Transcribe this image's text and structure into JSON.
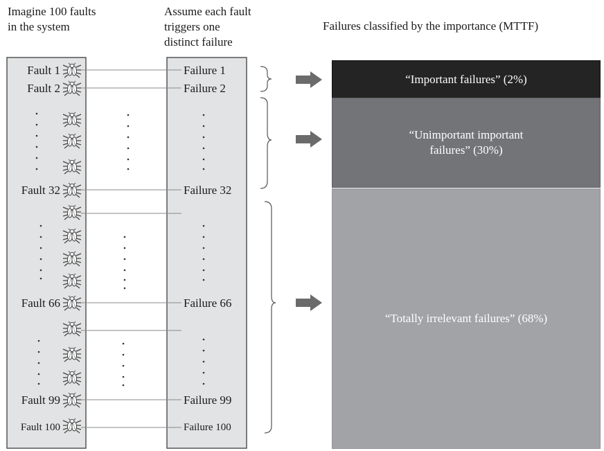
{
  "headers": {
    "faults": "Imagine 100 faults\nin the system",
    "failures": "Assume each fault\ntriggers one\ndistinct failure",
    "classified": "Failures classified by the importance (MTTF)"
  },
  "faults": {
    "f1": "Fault 1",
    "f2": "Fault 2",
    "f32": "Fault 32",
    "f66": "Fault 66",
    "f99": "Fault 99",
    "f100": "Fault 100"
  },
  "failures": {
    "f1": "Failure 1",
    "f2": "Failure 2",
    "f32": "Failure 32",
    "f66": "Failure 66",
    "f99": "Failure 99",
    "f100": "Failure 100"
  },
  "categories": {
    "important": "“Important failures” (2%)",
    "unimportant_line1": "“Unimportant important",
    "unimportant_line2": "failures” (30%)",
    "irrelevant": "“Totally irrelevant failures” (68%)"
  },
  "icons": {
    "fault": "bug-icon",
    "arrow": "right-arrow-icon"
  },
  "colors": {
    "panel_fill": "#e2e3e5",
    "important_box": "#242424",
    "unimportant_box": "#727477",
    "irrelevant_box": "#a2a3a6",
    "arrow": "#6b6b6b"
  }
}
